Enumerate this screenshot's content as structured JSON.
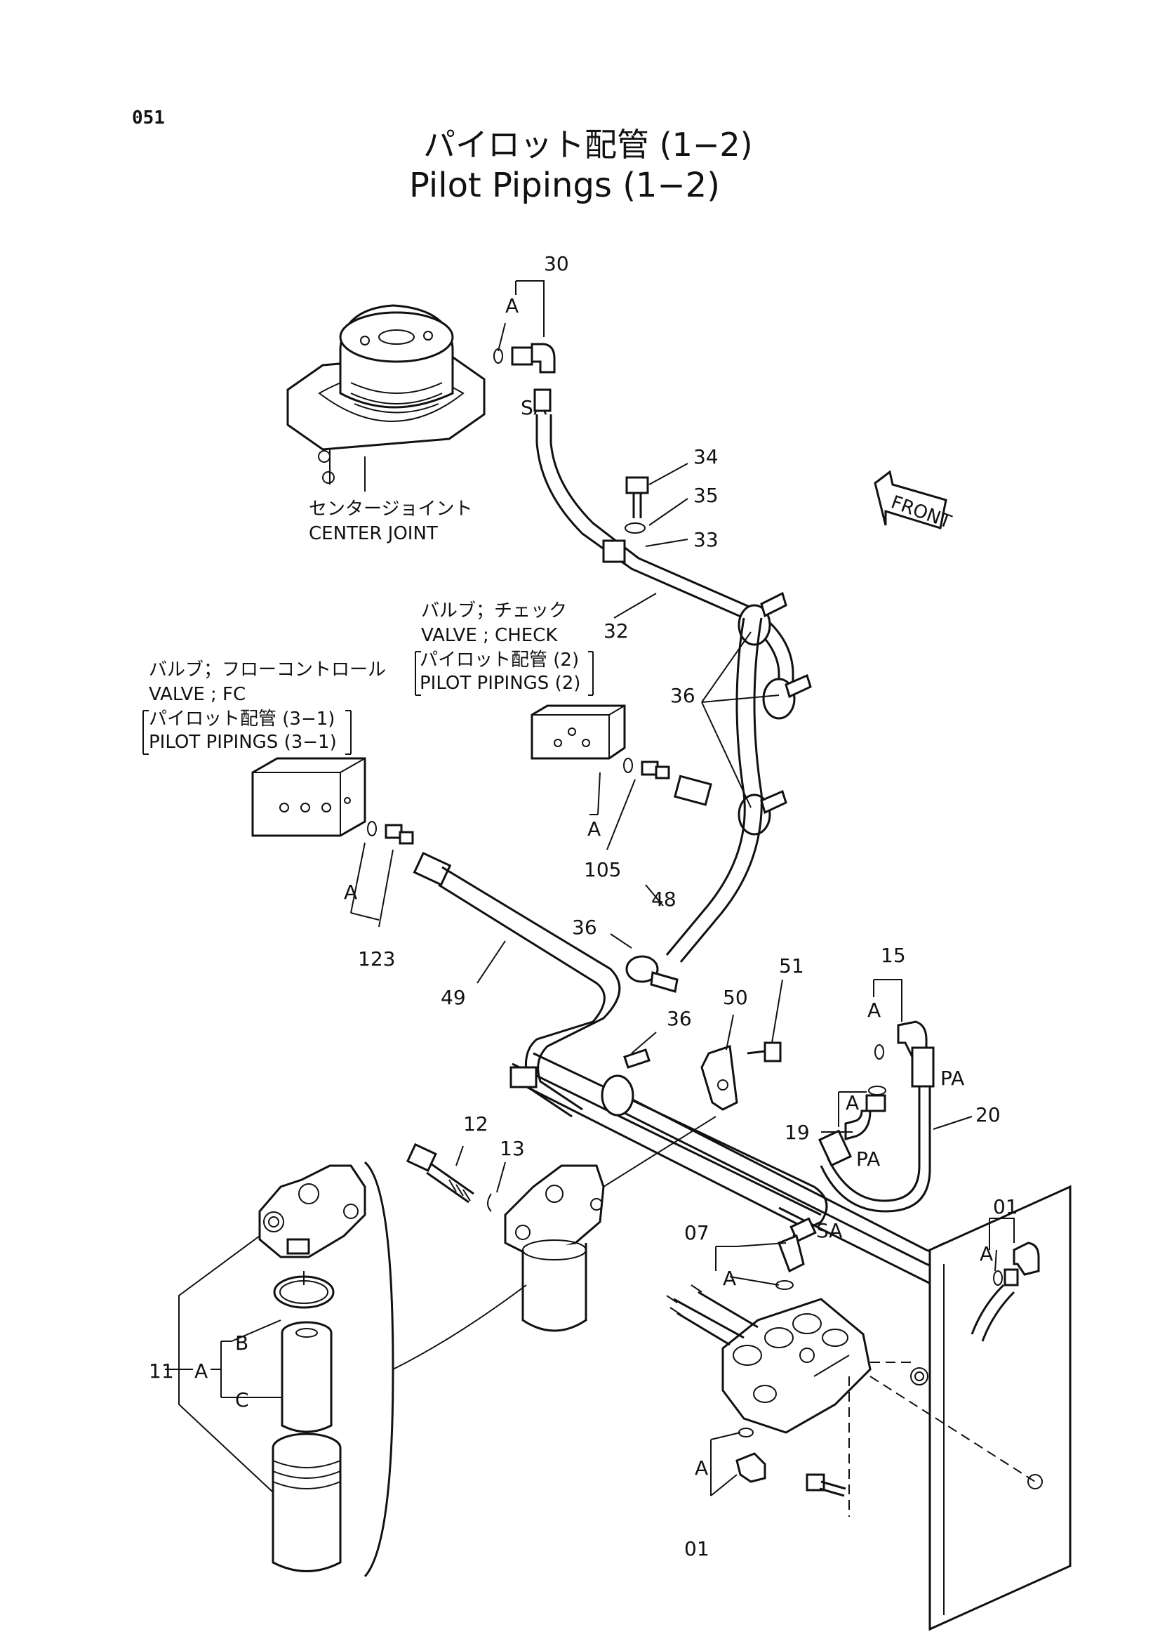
{
  "page": {
    "number": "051",
    "title_jp": "パイロット配管 (1−2)",
    "title_en": "Pilot Pipings (1−2)"
  },
  "callouts": {
    "center_joint_jp": "センタージョイント",
    "center_joint_en": "CENTER JOINT",
    "check_valve_jp": "バルブ；チェック",
    "check_valve_en": "VALVE ; CHECK",
    "check_ref_jp": "パイロット配管 (2)",
    "check_ref_en": "PILOT PIPINGS (2)",
    "fc_valve_jp": "バルブ；フローコントロール",
    "fc_valve_en": "VALVE ; FC",
    "fc_ref_jp": "パイロット配管 (3−1)",
    "fc_ref_en": "PILOT PIPINGS (3−1)",
    "front": "FRONT"
  },
  "ports": {
    "sa": "SA",
    "pa": "PA"
  },
  "subletters": {
    "a": "A",
    "b": "B",
    "c": "C"
  },
  "part_numbers": {
    "p30": "30",
    "p34": "34",
    "p35": "35",
    "p33": "33",
    "p32": "32",
    "p36": "36",
    "p105": "105",
    "p48": "48",
    "p123": "123",
    "p49": "49",
    "p51": "51",
    "p50": "50",
    "p15": "15",
    "p20": "20",
    "p19": "19",
    "p12": "12",
    "p13": "13",
    "p01": "01",
    "p07": "07",
    "p11": "11"
  },
  "colors": {
    "ink": "#111111",
    "paper": "#ffffff"
  }
}
